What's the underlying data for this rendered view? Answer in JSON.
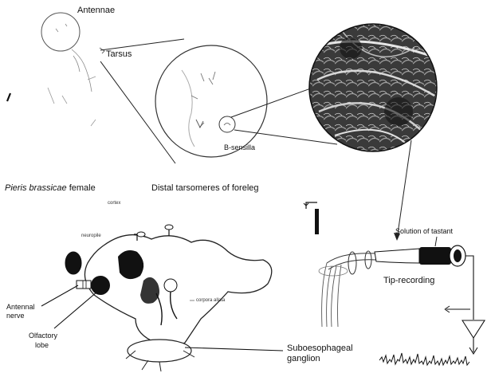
{
  "labels": {
    "antennae": "Antennae",
    "tarsus": "Tarsus",
    "b_sensilla": "B-sensilla",
    "caption_species": "Pieris brassicae",
    "caption_sex": " female",
    "caption_tarsomeres": "Distal tarsomeres of foreleg",
    "cortex": "cortex",
    "neuropile": "neuropile",
    "corpora_allata": "corpora allata",
    "antennal_nerve_1": "Antennal",
    "antennal_nerve_2": "nerve",
    "olfactory_lobe_1": "Olfactory",
    "olfactory_lobe_2": "lobe",
    "solution_of_tastant": "Solution of tastant",
    "tip_recording": "Tip-recording",
    "suboesophageal_1": "Suboesophageal",
    "suboesophageal_2": "ganglion"
  },
  "colors": {
    "ink": "#111111",
    "sem_dark": "#222222"
  }
}
